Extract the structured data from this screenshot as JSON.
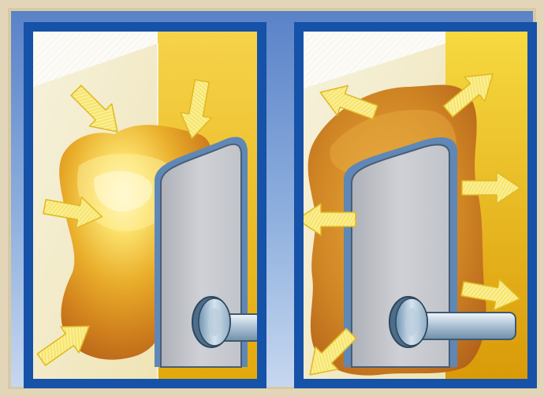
{
  "panels": [
    {
      "id": "left",
      "state": "heat-flowing-in",
      "door": "hinge-right-of-glow"
    },
    {
      "id": "right",
      "state": "heat-escaping-out",
      "door": "inside-glow"
    }
  ],
  "icons": {
    "arrow": "arrow-icon",
    "door": "door-icon",
    "handle": "door-handle-icon"
  },
  "colors": {
    "frame": "#1552a8",
    "background_top": "#5a82c8",
    "background_bottom": "#c6d7ef",
    "paper": "#d8c9a6",
    "wall_yellow": "#f1c20f",
    "wall_light": "#f7f3e2",
    "glow_outer": "#c8741a",
    "glow_inner": "#fff6c0",
    "door_face": "#c4c6cc",
    "door_edge": "#5f88b6",
    "handle": "#9fb8cc",
    "arrow": "#f6e97a"
  }
}
